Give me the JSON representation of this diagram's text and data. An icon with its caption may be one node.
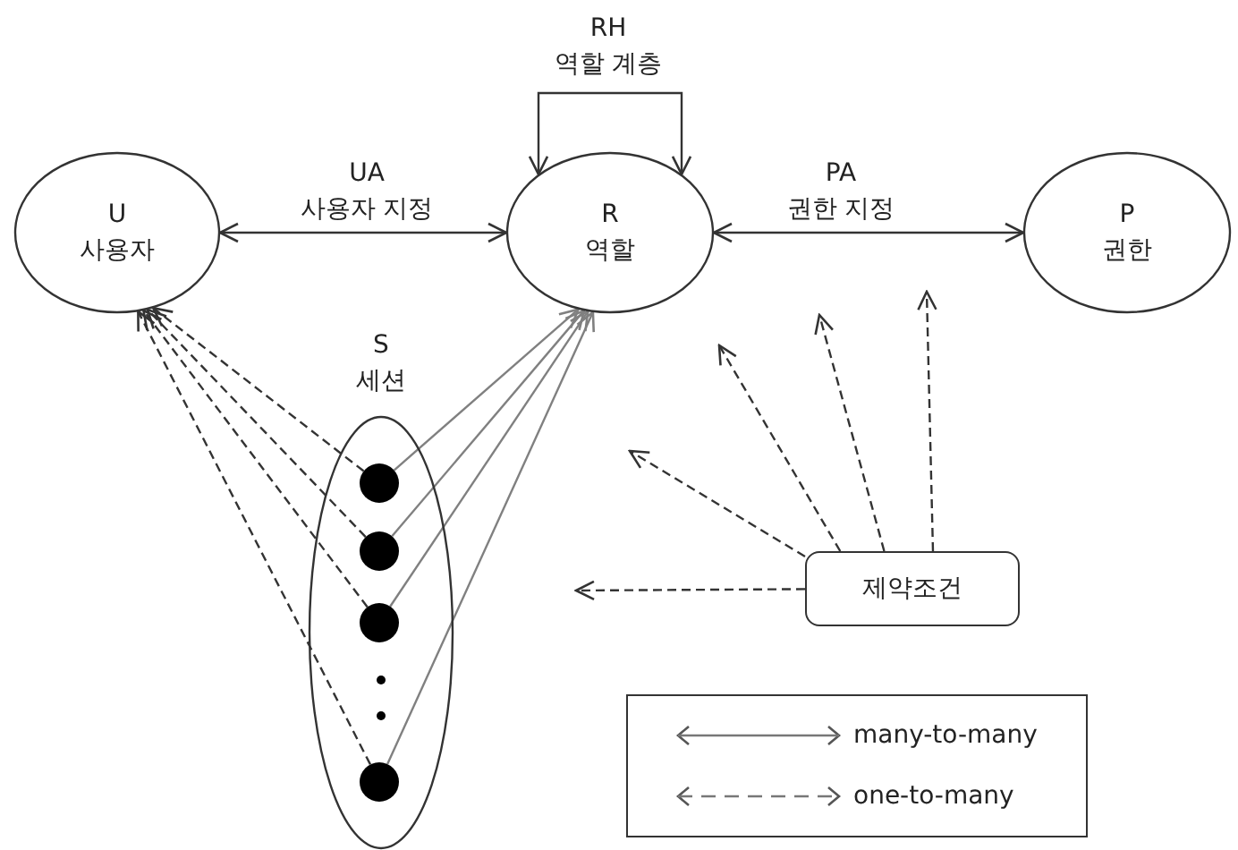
{
  "diagram": {
    "nodes": [
      {
        "text": [
          "U",
          "사용자"
        ]
      },
      {
        "text": [
          "R",
          "역할"
        ]
      },
      {
        "text": [
          "P",
          "권한"
        ]
      },
      {
        "text": [
          "S",
          "세션"
        ]
      },
      {
        "text": [],
        "shape": "circle",
        "in": 3
      },
      {
        "text": [],
        "shape": "circle",
        "in": 3
      },
      {
        "text": [],
        "shape": "circle",
        "in": 3
      },
      {
        "text": [],
        "shape": "circle",
        "in": 3
      },
      {
        "text": [
          "제약조건"
        ]
      }
    ],
    "edges": [
      {
        "from": 0,
        "to": 1,
        "arrow": "both",
        "label": "UA 사용자 지정"
      },
      {
        "from": 1,
        "to": 1,
        "arrow": "both",
        "label": "RH 역할 계층"
      },
      {
        "from": 1,
        "to": 2,
        "arrow": "both",
        "label": "PA 권한 지정"
      },
      {
        "from": 4,
        "to": 0,
        "arrow": "to",
        "style": "dashed"
      },
      {
        "from": 5,
        "to": 0,
        "arrow": "to",
        "style": "dashed"
      },
      {
        "from": 6,
        "to": 0,
        "arrow": "to",
        "style": "dashed"
      },
      {
        "from": 7,
        "to": 0,
        "arrow": "to",
        "style": "dashed"
      },
      {
        "from": 4,
        "to": 1,
        "arrow": "to",
        "color": "#808080"
      },
      {
        "from": 5,
        "to": 1,
        "arrow": "to",
        "color": "#808080"
      },
      {
        "from": 6,
        "to": 1,
        "arrow": "to",
        "color": "#808080"
      },
      {
        "from": 7,
        "to": 1,
        "arrow": "to",
        "color": "#808080"
      },
      {
        "from": 8,
        "to": null,
        "arrow": "to",
        "style": "dashed"
      },
      {
        "from": 8,
        "to": null,
        "arrow": "to",
        "style": "dashed"
      },
      {
        "from": 8,
        "to": null,
        "arrow": "to",
        "style": "dashed"
      },
      {
        "from": 8,
        "to": null,
        "arrow": "to",
        "style": "dashed"
      },
      {
        "from": 8,
        "to": null,
        "arrow": "to",
        "style": "dashed"
      }
    ],
    "legend": [
      {
        "text": "many-to-many"
      },
      {
        "text": "one-to-many"
      }
    ]
  }
}
